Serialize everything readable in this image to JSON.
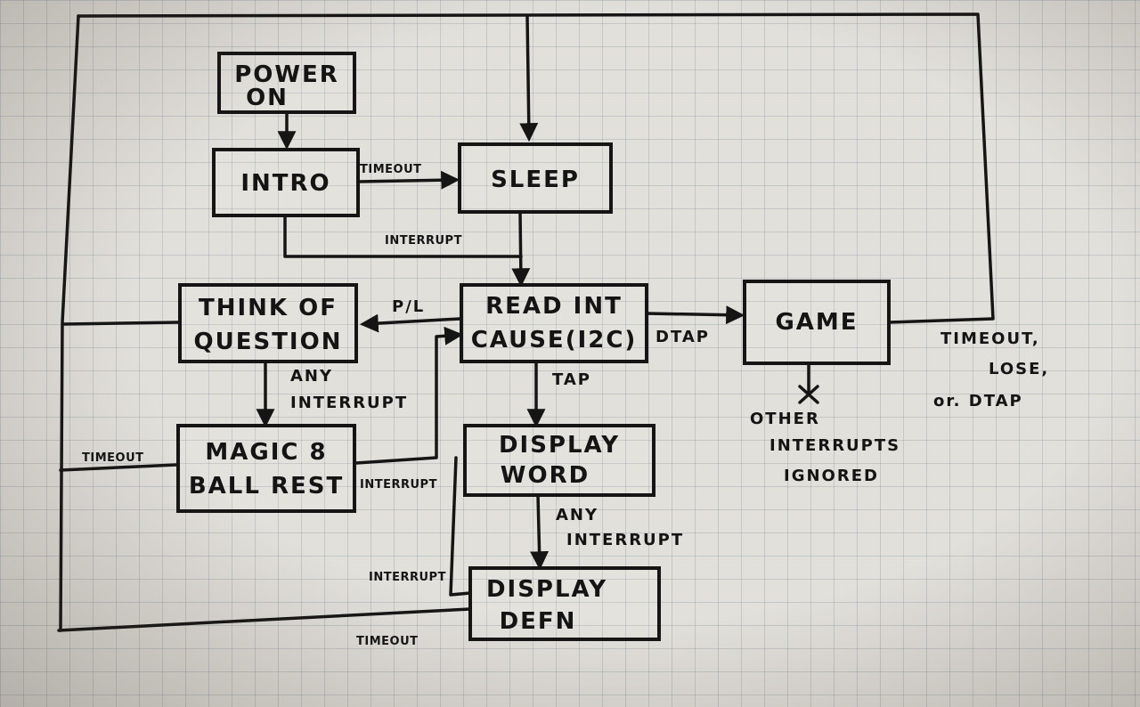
{
  "states": {
    "power_on": [
      "POWER",
      "ON"
    ],
    "intro": "INTRO",
    "sleep": "SLEEP",
    "read_int_cause": [
      "READ INT",
      "CAUSE(I2C)"
    ],
    "game": "GAME",
    "think_of_question": [
      "THINK OF",
      "QUESTION"
    ],
    "magic_8_ball_rest": [
      "MAGIC 8",
      "BALL REST"
    ],
    "display_word": [
      "DISPLAY",
      "WORD"
    ],
    "display_defn": [
      "DISPLAY",
      "DEFN"
    ]
  },
  "transitions": {
    "intro_to_sleep": "TIMEOUT",
    "sleep_to_read": "INTERRUPT",
    "read_to_think": "P/L",
    "read_to_game": "DTAP",
    "read_to_word": "TAP",
    "think_to_magic": [
      "ANY",
      "INTERRUPT"
    ],
    "magic_timeout": "TIMEOUT",
    "magic_to_read": "INTERRUPT",
    "word_to_defn": [
      "ANY",
      "INTERRUPT"
    ],
    "defn_to_read": "INTERRUPT",
    "defn_timeout": "TIMEOUT",
    "game_exit": [
      "TIMEOUT,",
      "LOSE,",
      "or. DTAP"
    ]
  },
  "notes": {
    "game_ignored": [
      "OTHER",
      "INTERRUPTS",
      "IGNORED"
    ]
  },
  "colors": {
    "ink": "#151515",
    "paper": "#e2e0db",
    "grid": "#9aa3b3"
  }
}
